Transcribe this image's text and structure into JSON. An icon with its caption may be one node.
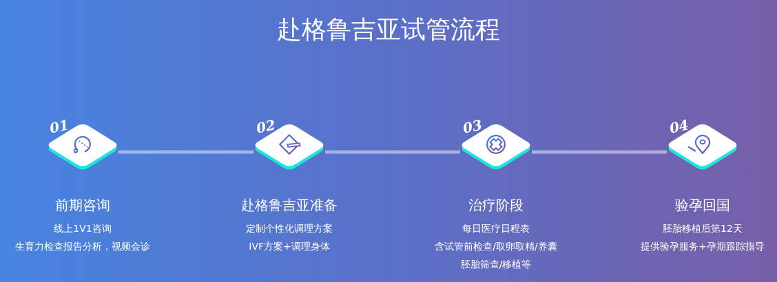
{
  "diagram": {
    "title": "赴格鲁吉亚试管流程",
    "nodes": [
      {
        "text": [
          "01"
        ],
        "beside": [
          "前期咨询",
          "线上1V1咨询",
          "生育力检查报告分析，视频会诊"
        ]
      },
      {
        "text": [
          "02"
        ],
        "beside": [
          "赴格鲁吉亚准备",
          "定制个性化调理方案",
          "IVF方案+调理身体"
        ]
      },
      {
        "text": [
          "03"
        ],
        "beside": [
          "治疗阶段",
          "每日医疗日程表",
          "含试管前检查/取卵取精/养囊",
          "胚胎筛查/移植等"
        ]
      },
      {
        "text": [
          "04"
        ],
        "beside": [
          "验孕回国",
          "胚胎移植后第12天",
          "提供验孕服务+孕期跟踪指导"
        ]
      }
    ],
    "edges": [
      {
        "from": 0,
        "to": 1,
        "arrow": "none"
      },
      {
        "from": 1,
        "to": 2,
        "arrow": "none"
      },
      {
        "from": 2,
        "to": 3,
        "arrow": "none"
      }
    ]
  }
}
